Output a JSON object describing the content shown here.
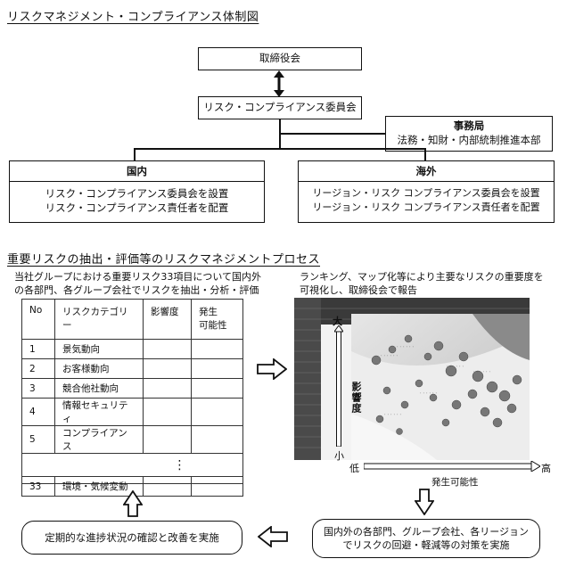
{
  "title1": "リスクマネジメント・コンプライアンス体制図",
  "org": {
    "board": "取締役会",
    "committee": "リスク・コンプライアンス委員会",
    "secretariat_title": "事務局",
    "secretariat_body": "法務・知財・内部統制推進本部",
    "domestic_title": "国内",
    "domestic_body": [
      "リスク・コンプライアンス委員会を設置",
      "リスク・コンプライアンス責任者を配置"
    ],
    "overseas_title": "海外",
    "overseas_body": [
      "リージョン・リスク コンプライアンス委員会を設置",
      "リージョン・リスク コンプライアンス責任者を配置"
    ]
  },
  "title2": "重要リスクの抽出・評価等のリスクマネジメントプロセス",
  "process": {
    "step1_text": [
      "当社グループにおける重要リスク33項目について国内外",
      "の各部門、各グループ会社でリスクを抽出・分析・評価"
    ],
    "step2_text": [
      "ランキング、マップ化等により主要なリスクの重要度を",
      "可視化し、取締役会で報告"
    ],
    "step3_text": [
      "国内外の各部門、グループ会社、各リージョン",
      "でリスクの回避・軽減等の対策を実施"
    ],
    "step4_text": "定期的な進捗状況の確認と改善を実施"
  },
  "table": {
    "headers": [
      "No",
      "リスクカテゴリー",
      "影響度",
      "発生\n可能性"
    ],
    "rows": [
      [
        "1",
        "景気動向"
      ],
      [
        "2",
        "お客様動向"
      ],
      [
        "3",
        "競合他社動向"
      ],
      [
        "4",
        "情報セキュリティ"
      ],
      [
        "5",
        "コンプライアンス"
      ]
    ],
    "ellipsis": "⋮",
    "last_row": [
      "33",
      "環境・気候変動"
    ]
  },
  "map": {
    "y_high": "大",
    "y_label": "影響度",
    "y_low": "小",
    "x_low": "低",
    "x_label": "発生可能性",
    "x_high": "高"
  }
}
